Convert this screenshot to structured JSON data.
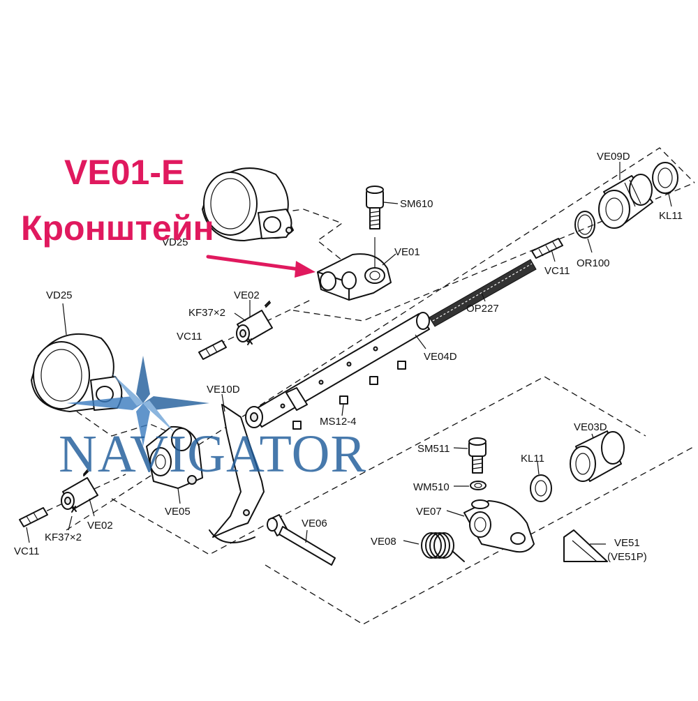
{
  "header": {
    "part_code": "VE01-E",
    "part_name": "Кронштейн"
  },
  "highlight_color": "#e0195e",
  "watermark": {
    "text": "NAVIGATOR",
    "color": "#1f5c9a",
    "icon": "compass-star-icon"
  },
  "labels": {
    "vd25_top": "VD25",
    "sm610": "SM610",
    "ve01": "VE01",
    "ve09d": "VE09D",
    "kl11_top": "KL11",
    "or100": "OR100",
    "vc11_top": "VC11",
    "op227": "OP227",
    "ve02_top": "VE02",
    "kf37_top": "KF37×2",
    "vc11_mid": "VC11",
    "vd25_left": "VD25",
    "ve04d": "VE04D",
    "ve10d": "VE10D",
    "ms12_4": "MS12-4",
    "ve05": "VE05",
    "ve02_bottom": "VE02",
    "kf37_bottom": "KF37×2",
    "vc11_bottom": "VC11",
    "ve06": "VE06",
    "ve03d": "VE03D",
    "sm511": "SM511",
    "kl11_bottom": "KL11",
    "wm510": "WM510",
    "ve07": "VE07",
    "ve08": "VE08",
    "ve51": "VE51",
    "ve51p": "(VE51P)"
  }
}
